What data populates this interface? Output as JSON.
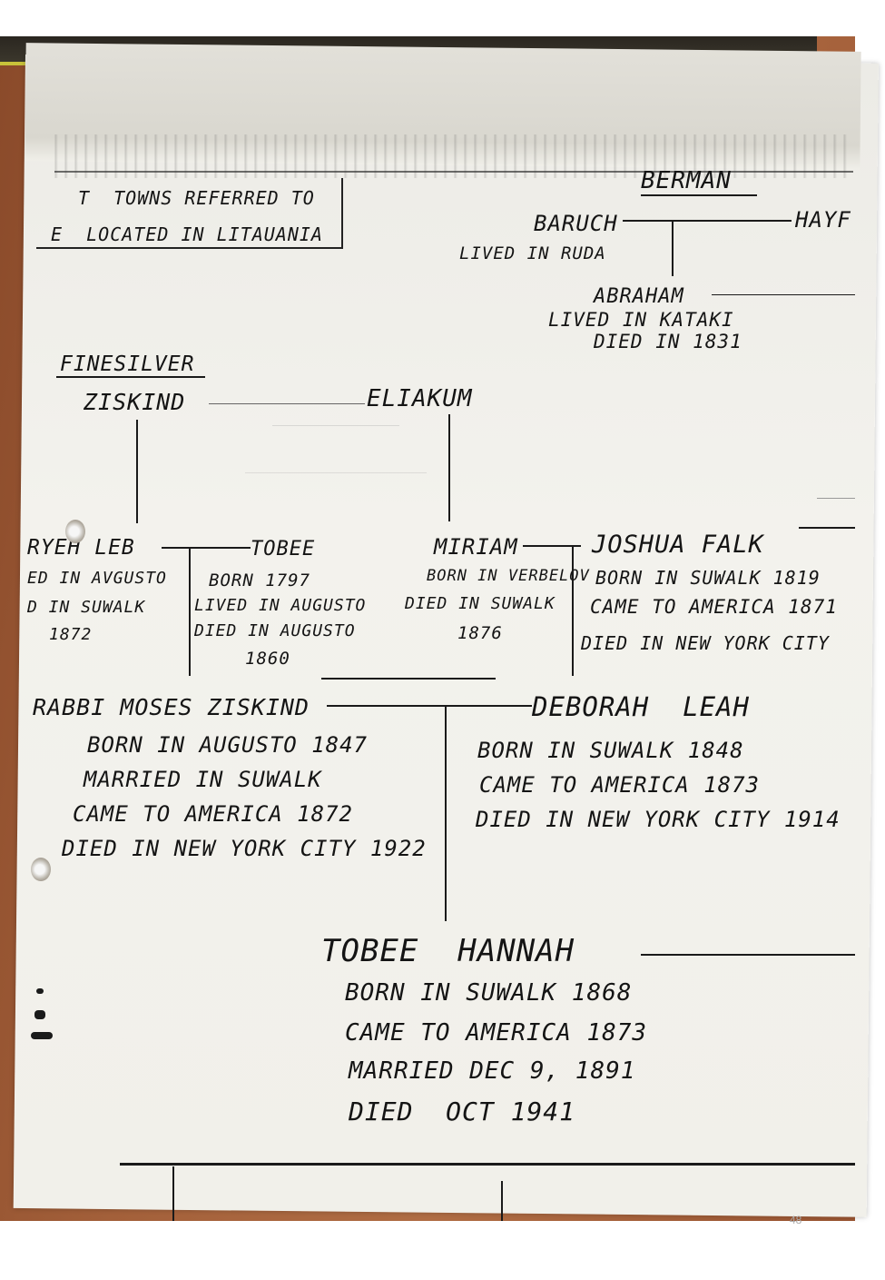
{
  "header_box": {
    "line1": "T  TOWNS REFERRED TO",
    "line2": "E  LOCATED IN LITAUANIA"
  },
  "berman": {
    "family": "BERMAN",
    "baruch": "BARUCH",
    "baruch_lived": "LIVED IN RUDA",
    "hayf": "HAYF",
    "abraham": "ABRAHAM",
    "abraham_lived": "LIVED IN KATAKI",
    "abraham_died": "DIED IN 1831"
  },
  "finesilver": {
    "family": "FINESILVER",
    "ziskind": "ZISKIND",
    "eliakum": "ELIAKUM"
  },
  "generation2": {
    "aryeh": {
      "name": "RYEH LEB",
      "line1": "ED IN AVGUSTO",
      "line2": "D IN SUWALK",
      "line3": "1872"
    },
    "tobee": {
      "name": "TOBEE",
      "line1": "BORN 1797",
      "line2": "LIVED IN AUGUSTO",
      "line3": "DIED IN AUGUSTO",
      "line4": "1860"
    },
    "miriam": {
      "name": "MIRIAM",
      "line1": "BORN IN VERBELOV",
      "line2": "DIED IN SUWALK",
      "line3": "1876"
    },
    "joshua": {
      "name": "JOSHUA FALK",
      "line1": "BORN IN SUWALK 1819",
      "line2": "CAME TO AMERICA 1871",
      "line3": "DIED IN NEW YORK CITY"
    }
  },
  "generation3": {
    "moses": {
      "name": "RABBI MOSES ZISKIND",
      "line1": "BORN IN AUGUSTO 1847",
      "line2": "MARRIED IN SUWALK",
      "line3": "CAME TO AMERICA 1872",
      "line4": "DIED IN NEW YORK CITY 1922"
    },
    "deborah": {
      "name": "DEBORAH  LEAH",
      "line1": "BORN IN SUWALK 1848",
      "line2": "CAME TO AMERICA 1873",
      "line3": "DIED IN NEW YORK CITY 1914"
    }
  },
  "generation4": {
    "tobee_hannah": {
      "name": "TOBEE  HANNAH",
      "line1": "BORN IN SUWALK 1868",
      "line2": "CAME TO AMERICA 1873",
      "line3": "MARRIED DEC 9, 1891",
      "line4": "DIED  OCT 1941"
    }
  },
  "page_number": "48"
}
